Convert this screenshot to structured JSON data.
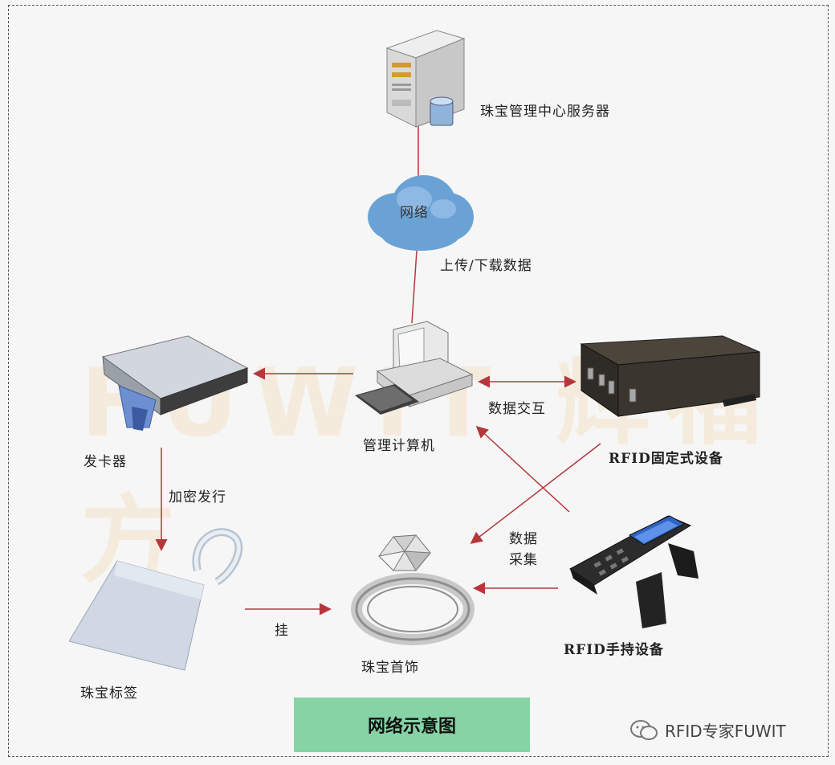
{
  "labels": {
    "server": "珠宝管理中心服务器",
    "network": "网络",
    "upload_download": "上传/下载数据",
    "computer": "管理计算机",
    "card_issuer": "发卡器",
    "data_exchange": "数据交互",
    "rfid_fixed": "RFID固定式设备",
    "encrypt_issue": "加密发行",
    "data_collect": "数据采集",
    "hang": "挂",
    "jewelry": "珠宝首饰",
    "jewelry_tag": "珠宝标签",
    "rfid_handheld": "RFID手持设备"
  },
  "watermark": "FUWIT 辉福方",
  "caption": "网络示意图",
  "brand": "RFID专家FUWIT",
  "colors": {
    "arrow": "#b5373b",
    "caption_bg": "#86d4a6",
    "cloud": "#6aa2d6"
  }
}
